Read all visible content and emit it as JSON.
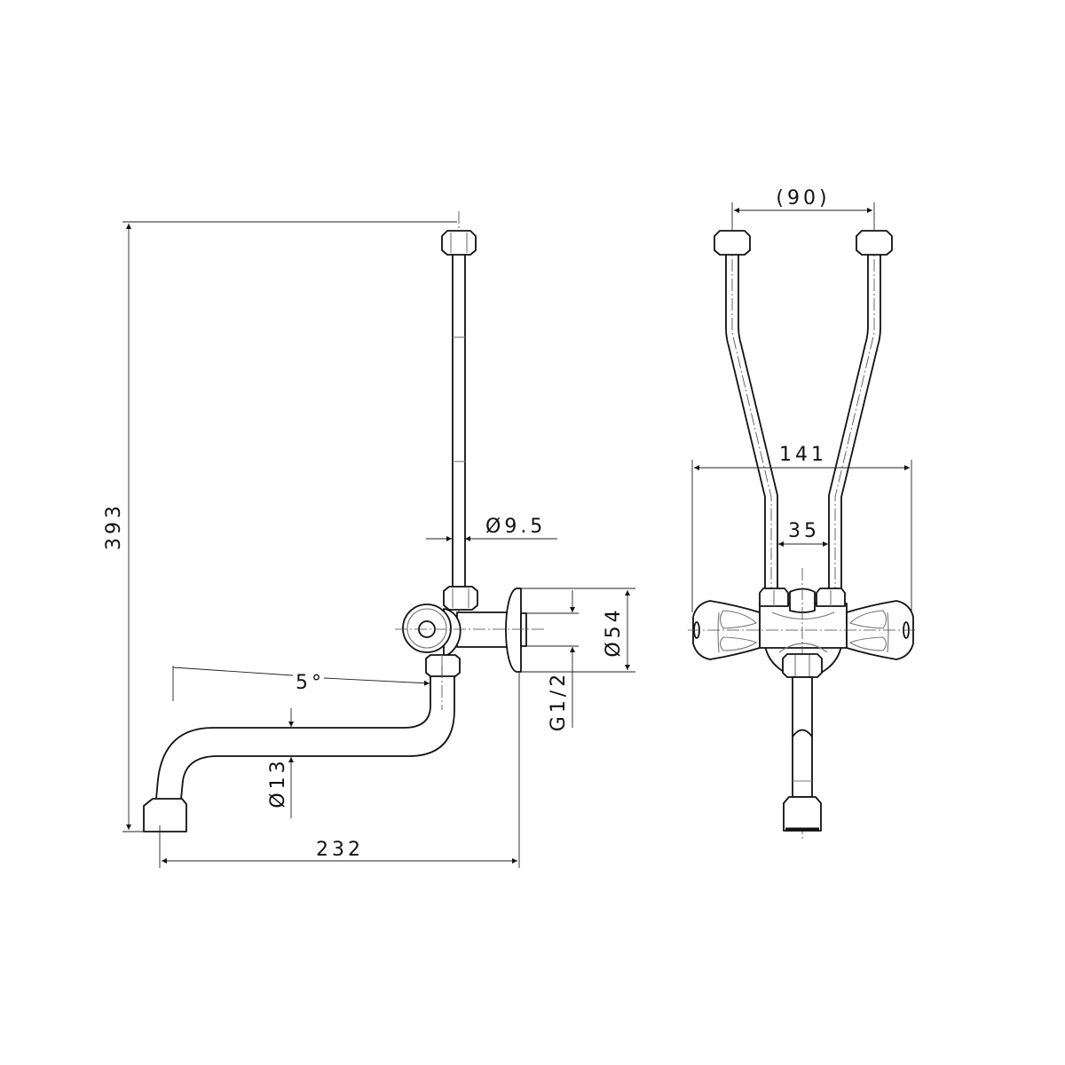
{
  "dimensions": {
    "height_total": "393",
    "spout_reach": "232",
    "spout_angle": "5°",
    "spout_diameter": "Ø13",
    "riser_diameter": "Ø9.5",
    "flange_diameter": "Ø54",
    "thread": "G1/2",
    "riser_spacing": "(90)",
    "overall_width": "141",
    "inner_spacing": "35"
  },
  "colors": {
    "line": "#111111",
    "background": "#ffffff"
  }
}
